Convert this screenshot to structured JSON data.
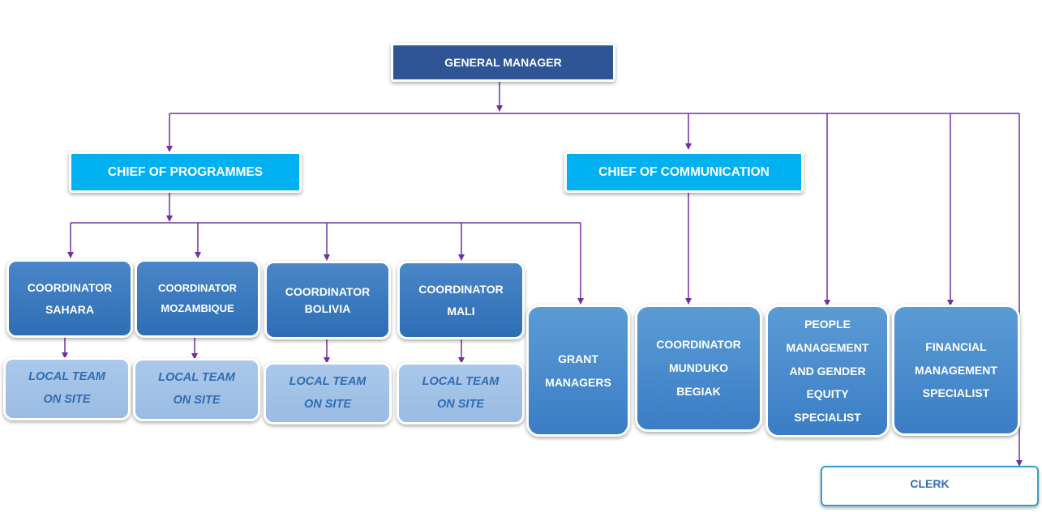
{
  "general_manager": "GENERAL MANAGER",
  "chief_programmes": "CHIEF OF PROGRAMMES",
  "chief_communication": "CHIEF OF COMMUNICATION",
  "coordinators": [
    {
      "line1": "COORDINATOR",
      "line2": "SAHARA"
    },
    {
      "line1": "COORDINATOR",
      "line2": "MOZAMBIQUE"
    },
    {
      "line1": "COORDINATOR",
      "line2": "BOLIVIA"
    },
    {
      "line1": "COORDINATOR",
      "line2": "MALI"
    }
  ],
  "local_team": {
    "line1": "LOCAL TEAM",
    "line2": "ON SITE"
  },
  "grant_managers": [
    "GRANT",
    "MANAGERS"
  ],
  "coordinator_munduko": [
    "COORDINATOR",
    "MUNDUKO",
    "BEGIAK"
  ],
  "people_management": [
    "PEOPLE",
    "MANAGEMENT",
    "AND GENDER",
    "EQUITY",
    "SPECIALIST"
  ],
  "financial_management": [
    "FINANCIAL",
    "MANAGEMENT",
    "SPECIALIST"
  ],
  "clerk": "CLERK",
  "colors": {
    "connector": "#7030a0",
    "general_manager_fill": "#2f5597",
    "chief_fill": "#00b0f0",
    "coordinator_fill": "#3574bb",
    "local_team_fill": "#a3c3e8",
    "local_team_text": "#2f6db3",
    "staff_fill": "#4a8cd0",
    "clerk_border": "#34a0c8"
  }
}
